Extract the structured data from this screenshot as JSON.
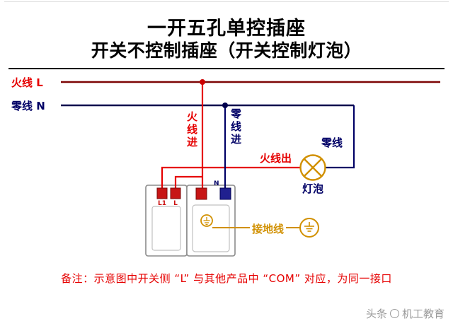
{
  "title": {
    "line1": "一开五孔单控插座",
    "line2": "开关不控制插座（开关控制灯泡）"
  },
  "bus": {
    "live_label": "火线 L",
    "neutral_label": "零线 N"
  },
  "diagram": {
    "live_in": "火线进",
    "neutral_in": "零线进",
    "live_out": "火线出",
    "neutral_wire": "零线",
    "bulb": "灯泡",
    "ground": "接地线",
    "terminals": {
      "l1": "L1",
      "l": "L",
      "n": "N"
    }
  },
  "note": "备注：示意图中开关侧 “L” 与其他产品中 “COM” 对应，为同一接口",
  "watermark": {
    "prefix": "头条",
    "name": "机工教育"
  },
  "colors": {
    "live": "#e60000",
    "live_bus": "#7d0505",
    "neutral": "#000066",
    "neutral_bus": "#00004d",
    "ground_orange": "#d19000",
    "note_red": "#e60000",
    "watermark_gray": "#9a9a9a"
  }
}
